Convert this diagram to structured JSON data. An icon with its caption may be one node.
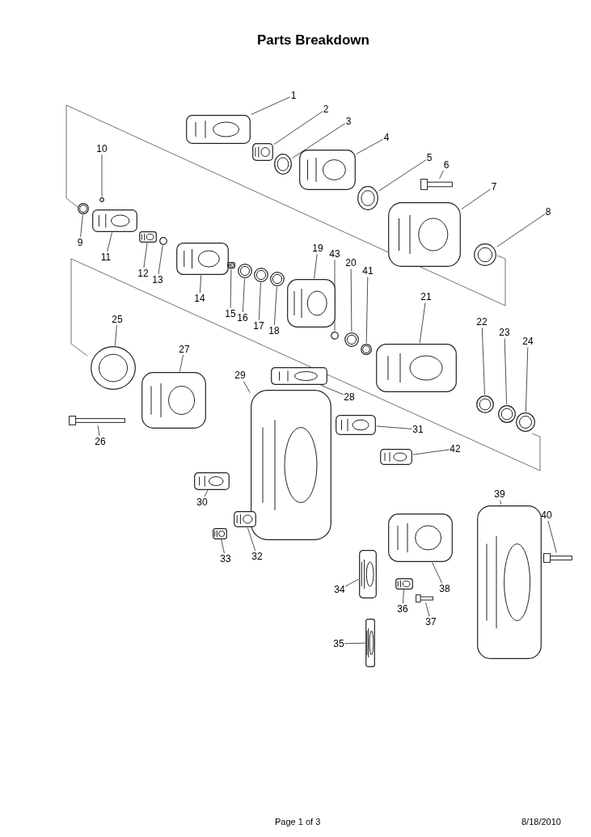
{
  "diagram": {
    "title": "Parts Breakdown",
    "nodes": [
      {
        "text": [
          "1"
        ]
      },
      {
        "text": [],
        "shape": "picture"
      },
      {
        "text": [
          "2"
        ]
      },
      {
        "text": [],
        "shape": "picture"
      },
      {
        "text": [
          "3"
        ]
      },
      {
        "text": [],
        "shape": "circle"
      },
      {
        "text": [
          "4"
        ]
      },
      {
        "text": [],
        "shape": "picture"
      },
      {
        "text": [
          "5"
        ]
      },
      {
        "text": [],
        "shape": "circle"
      },
      {
        "text": [
          "6"
        ]
      },
      {
        "text": [],
        "shape": "picture"
      },
      {
        "text": [
          "7"
        ]
      },
      {
        "text": [],
        "shape": "picture"
      },
      {
        "text": [
          "8"
        ]
      },
      {
        "text": [],
        "shape": "circle"
      },
      {
        "text": [
          "9"
        ]
      },
      {
        "text": [],
        "shape": "circle"
      },
      {
        "text": [
          "10"
        ]
      },
      {
        "text": [],
        "shape": "circle"
      },
      {
        "text": [
          "11"
        ]
      },
      {
        "text": [],
        "shape": "picture"
      },
      {
        "text": [
          "12"
        ]
      },
      {
        "text": [],
        "shape": "picture"
      },
      {
        "text": [
          "13"
        ]
      },
      {
        "text": [],
        "shape": "circle"
      },
      {
        "text": [
          "14"
        ]
      },
      {
        "text": [],
        "shape": "picture"
      },
      {
        "text": [
          "15"
        ]
      },
      {
        "text": [],
        "shape": "picture"
      },
      {
        "text": [
          "16"
        ]
      },
      {
        "text": [],
        "shape": "circle"
      },
      {
        "text": [
          "17"
        ]
      },
      {
        "text": [],
        "shape": "circle"
      },
      {
        "text": [
          "18"
        ]
      },
      {
        "text": [],
        "shape": "circle"
      },
      {
        "text": [
          "19"
        ]
      },
      {
        "text": [],
        "shape": "picture"
      },
      {
        "text": [
          "20"
        ]
      },
      {
        "text": [],
        "shape": "circle"
      },
      {
        "text": [
          "21"
        ]
      },
      {
        "text": [],
        "shape": "picture"
      },
      {
        "text": [
          "22"
        ]
      },
      {
        "text": [],
        "shape": "circle"
      },
      {
        "text": [
          "23"
        ]
      },
      {
        "text": [],
        "shape": "circle"
      },
      {
        "text": [
          "24"
        ]
      },
      {
        "text": [],
        "shape": "circle"
      },
      {
        "text": [
          "25"
        ]
      },
      {
        "text": [],
        "shape": "circle"
      },
      {
        "text": [
          "26"
        ]
      },
      {
        "text": [],
        "shape": "picture"
      },
      {
        "text": [
          "27"
        ]
      },
      {
        "text": [],
        "shape": "picture"
      },
      {
        "text": [
          "28"
        ]
      },
      {
        "text": [],
        "shape": "picture"
      },
      {
        "text": [
          "29"
        ]
      },
      {
        "text": [],
        "shape": "picture"
      },
      {
        "text": [
          "30"
        ]
      },
      {
        "text": [],
        "shape": "picture"
      },
      {
        "text": [
          "31"
        ]
      },
      {
        "text": [],
        "shape": "picture"
      },
      {
        "text": [
          "32"
        ]
      },
      {
        "text": [],
        "shape": "picture"
      },
      {
        "text": [
          "33"
        ]
      },
      {
        "text": [],
        "shape": "picture"
      },
      {
        "text": [
          "34"
        ]
      },
      {
        "text": [],
        "shape": "picture"
      },
      {
        "text": [
          "35"
        ]
      },
      {
        "text": [],
        "shape": "picture"
      },
      {
        "text": [
          "36"
        ]
      },
      {
        "text": [],
        "shape": "picture"
      },
      {
        "text": [
          "37"
        ]
      },
      {
        "text": [],
        "shape": "picture"
      },
      {
        "text": [
          "38"
        ]
      },
      {
        "text": [],
        "shape": "picture"
      },
      {
        "text": [
          "39"
        ]
      },
      {
        "text": [],
        "shape": "picture"
      },
      {
        "text": [
          "40"
        ]
      },
      {
        "text": [],
        "shape": "picture"
      },
      {
        "text": [
          "41"
        ]
      },
      {
        "text": [],
        "shape": "circle"
      },
      {
        "text": [
          "42"
        ]
      },
      {
        "text": [],
        "shape": "picture"
      },
      {
        "text": [
          "43"
        ]
      },
      {
        "text": [],
        "shape": "circle"
      }
    ],
    "edges": [
      {
        "from": 0,
        "to": 1,
        "arrow": "none"
      },
      {
        "from": 2,
        "to": 3,
        "arrow": "none"
      },
      {
        "from": 4,
        "to": 5,
        "arrow": "none"
      },
      {
        "from": 6,
        "to": 7,
        "arrow": "none"
      },
      {
        "from": 8,
        "to": 9,
        "arrow": "none"
      },
      {
        "from": 10,
        "to": 11,
        "arrow": "none"
      },
      {
        "from": 12,
        "to": 13,
        "arrow": "none"
      },
      {
        "from": 14,
        "to": 15,
        "arrow": "none"
      },
      {
        "from": 16,
        "to": 17,
        "arrow": "none"
      },
      {
        "from": 18,
        "to": 19,
        "arrow": "none"
      },
      {
        "from": 20,
        "to": 21,
        "arrow": "none"
      },
      {
        "from": 22,
        "to": 23,
        "arrow": "none"
      },
      {
        "from": 24,
        "to": 25,
        "arrow": "none"
      },
      {
        "from": 26,
        "to": 27,
        "arrow": "none"
      },
      {
        "from": 28,
        "to": 29,
        "arrow": "none"
      },
      {
        "from": 30,
        "to": 31,
        "arrow": "none"
      },
      {
        "from": 32,
        "to": 33,
        "arrow": "none"
      },
      {
        "from": 34,
        "to": 35,
        "arrow": "none"
      },
      {
        "from": 36,
        "to": 37,
        "arrow": "none"
      },
      {
        "from": 38,
        "to": 39,
        "arrow": "none"
      },
      {
        "from": 40,
        "to": 41,
        "arrow": "none"
      },
      {
        "from": 42,
        "to": 43,
        "arrow": "none"
      },
      {
        "from": 44,
        "to": 45,
        "arrow": "none"
      },
      {
        "from": 46,
        "to": 47,
        "arrow": "none"
      },
      {
        "from": 48,
        "to": 49,
        "arrow": "none"
      },
      {
        "from": 50,
        "to": 51,
        "arrow": "none"
      },
      {
        "from": 52,
        "to": 53,
        "arrow": "none"
      },
      {
        "from": 54,
        "to": 55,
        "arrow": "none"
      },
      {
        "from": 56,
        "to": 57,
        "arrow": "none"
      },
      {
        "from": 58,
        "to": 59,
        "arrow": "none"
      },
      {
        "from": 60,
        "to": 61,
        "arrow": "none"
      },
      {
        "from": 62,
        "to": 63,
        "arrow": "none"
      },
      {
        "from": 64,
        "to": 65,
        "arrow": "none"
      },
      {
        "from": 66,
        "to": 67,
        "arrow": "none"
      },
      {
        "from": 68,
        "to": 69,
        "arrow": "none"
      },
      {
        "from": 70,
        "to": 71,
        "arrow": "none"
      },
      {
        "from": 72,
        "to": 73,
        "arrow": "none"
      },
      {
        "from": 74,
        "to": 75,
        "arrow": "none"
      },
      {
        "from": 76,
        "to": 77,
        "arrow": "none"
      },
      {
        "from": 78,
        "to": 79,
        "arrow": "none"
      },
      {
        "from": 80,
        "to": 81,
        "arrow": "none"
      },
      {
        "from": 82,
        "to": 83,
        "arrow": "none"
      },
      {
        "from": 84,
        "to": 85,
        "arrow": "none"
      }
    ],
    "labels": [
      "Page 1 of 3",
      "8/18/2010"
    ]
  }
}
